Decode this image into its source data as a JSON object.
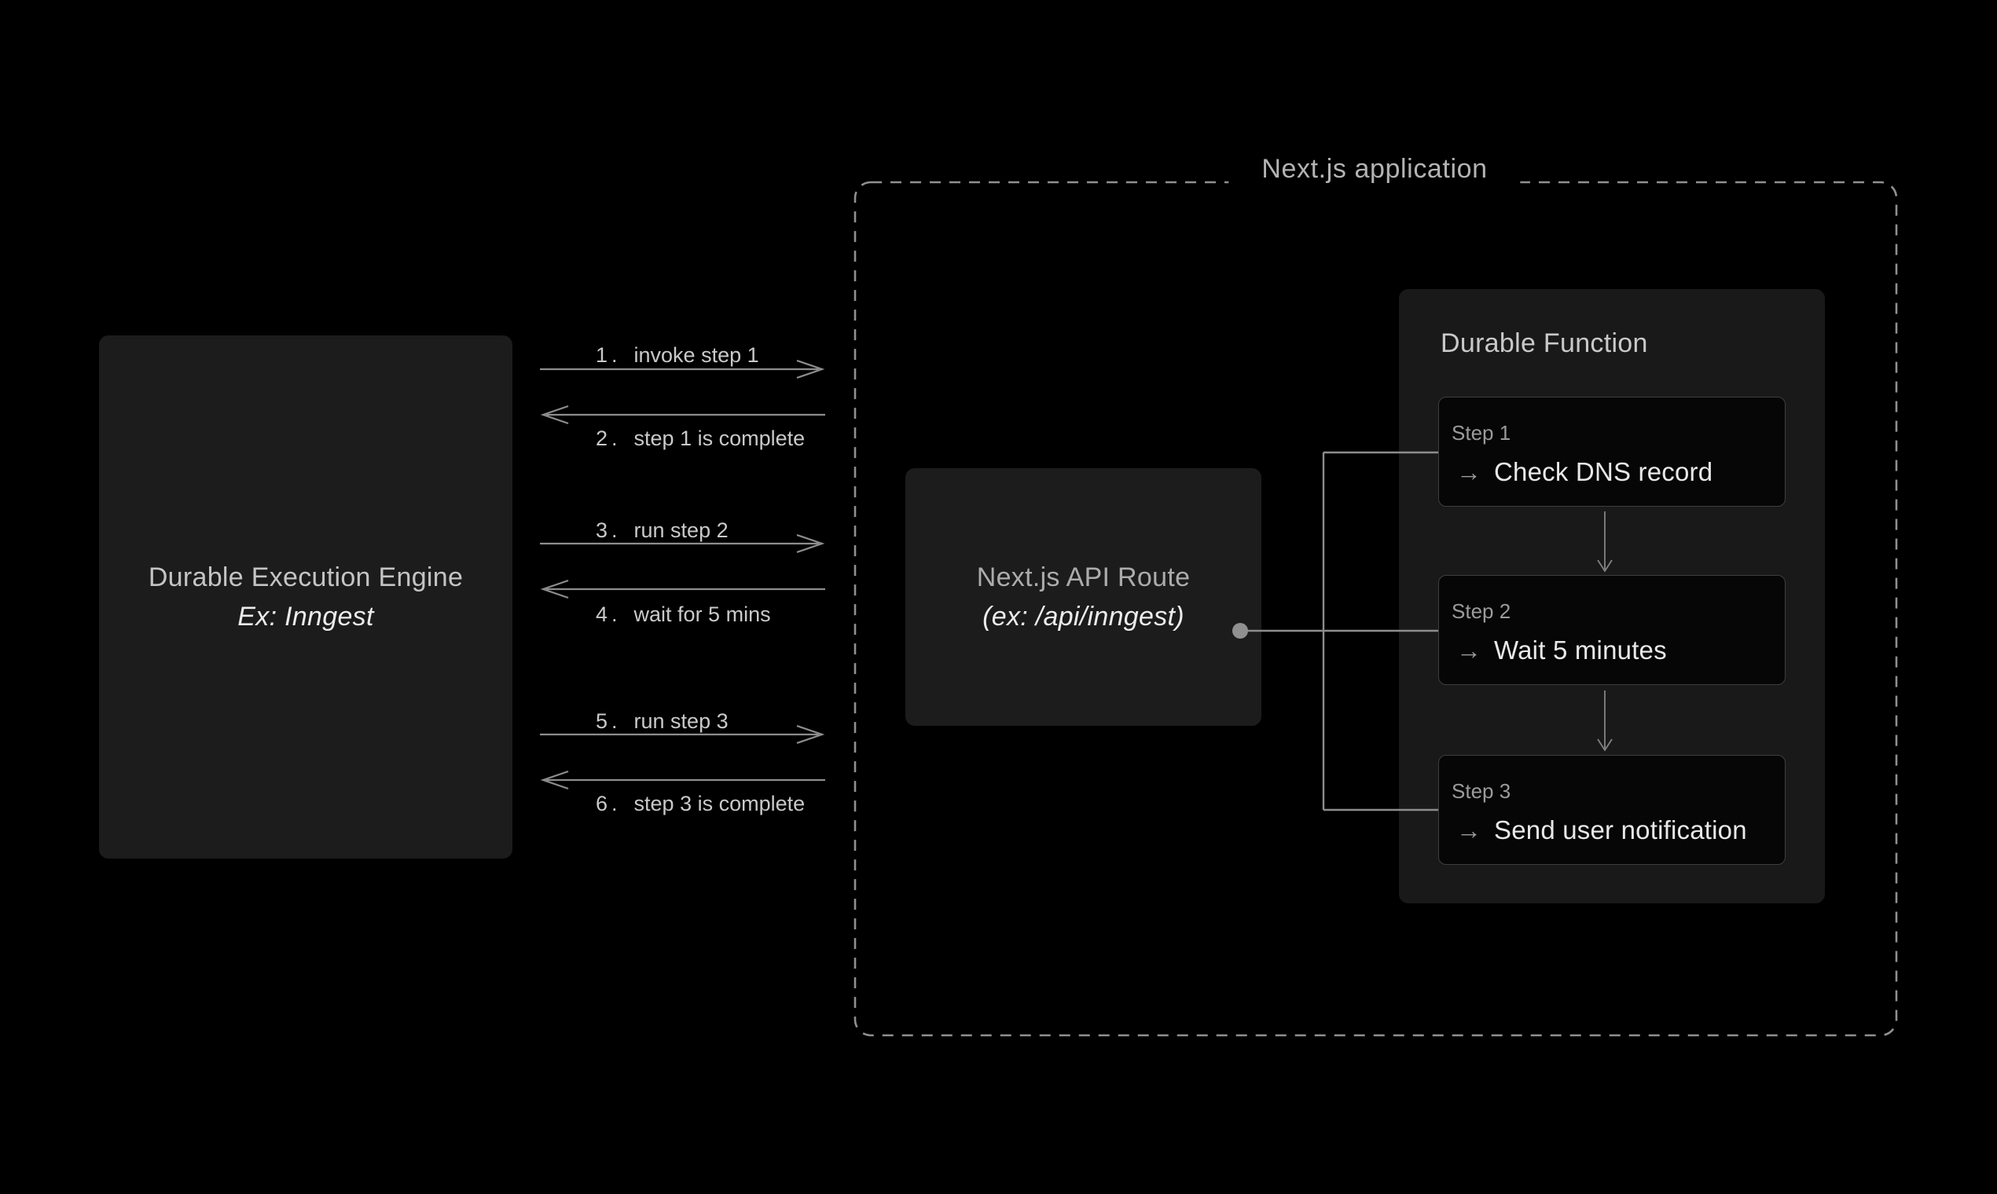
{
  "app_boundary": {
    "label": "Next.js application"
  },
  "engine_box": {
    "title": "Durable Execution Engine",
    "subtitle": "Ex: Inngest"
  },
  "api_box": {
    "title": "Next.js API Route",
    "subtitle": "(ex: /api/inngest)"
  },
  "sequence": {
    "messages": [
      {
        "num": "1.",
        "label": "invoke step 1",
        "direction": "right"
      },
      {
        "num": "2.",
        "label": "step 1 is complete",
        "direction": "left"
      },
      {
        "num": "3.",
        "label": "run step 2",
        "direction": "right"
      },
      {
        "num": "4.",
        "label": "wait for 5 mins",
        "direction": "left"
      },
      {
        "num": "5.",
        "label": "run step 3",
        "direction": "right"
      },
      {
        "num": "6.",
        "label": "step 3 is complete",
        "direction": "left"
      }
    ]
  },
  "durable_function": {
    "title": "Durable Function",
    "steps": [
      {
        "label": "Step 1",
        "arrow": "→",
        "description": "Check DNS record"
      },
      {
        "label": "Step 2",
        "arrow": "→",
        "description": "Wait 5 minutes"
      },
      {
        "label": "Step 3",
        "arrow": "→",
        "description": "Send user notification"
      }
    ]
  },
  "colors": {
    "background": "#000000",
    "panel": "#1c1c1c",
    "panel-soft": "#191919",
    "card": "#060606",
    "card-border": "#3e3e3e",
    "line": "#8d8d8d",
    "line-soft": "#828282",
    "dashed": "#909090",
    "dot": "#909090",
    "muted": "#b3b3b3",
    "muted-strong": "#c4c4c4",
    "bright": "#ececec",
    "step-label": "#9b9b9b",
    "msg": "#c9c9c9"
  }
}
